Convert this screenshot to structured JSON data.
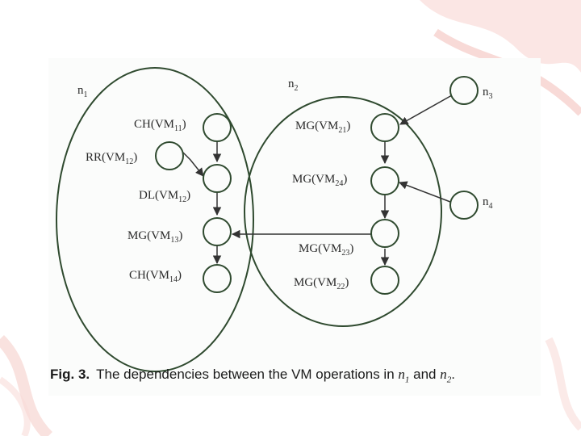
{
  "groups": {
    "n1": {
      "base": "n",
      "sub": "1"
    },
    "n2": {
      "base": "n",
      "sub": "2"
    },
    "n3": {
      "base": "n",
      "sub": "3"
    },
    "n4": {
      "base": "n",
      "sub": "4"
    }
  },
  "nodes": {
    "ch11": {
      "prefix": "CH(VM",
      "sub": "11",
      "suffix": ")"
    },
    "rr12": {
      "prefix": "RR(VM",
      "sub": "12",
      "suffix": ")"
    },
    "dl12": {
      "prefix": "DL(VM",
      "sub": "12",
      "suffix": ")"
    },
    "mg13": {
      "prefix": "MG(VM",
      "sub": "13",
      "suffix": ")"
    },
    "ch14": {
      "prefix": "CH(VM",
      "sub": "14",
      "suffix": ")"
    },
    "mg21": {
      "prefix": "MG(VM",
      "sub": "21",
      "suffix": ")"
    },
    "mg24": {
      "prefix": "MG(VM",
      "sub": "24",
      "suffix": ")"
    },
    "mg23": {
      "prefix": "MG(VM",
      "sub": "23",
      "suffix": ")"
    },
    "mg22": {
      "prefix": "MG(VM",
      "sub": "22",
      "suffix": ")"
    }
  },
  "caption": {
    "label": "Fig. 3.",
    "text": "The dependencies between the VM operations in",
    "n1_base": "n",
    "n1_sub": "1",
    "and": "and",
    "n2_base": "n",
    "n2_sub": "2",
    "end": "."
  },
  "colors": {
    "ellipse_stroke": "#2f4a2f",
    "circle_stroke": "#2f4a2f",
    "arrow": "#333333",
    "background_swoosh": "#f6d3cf"
  }
}
